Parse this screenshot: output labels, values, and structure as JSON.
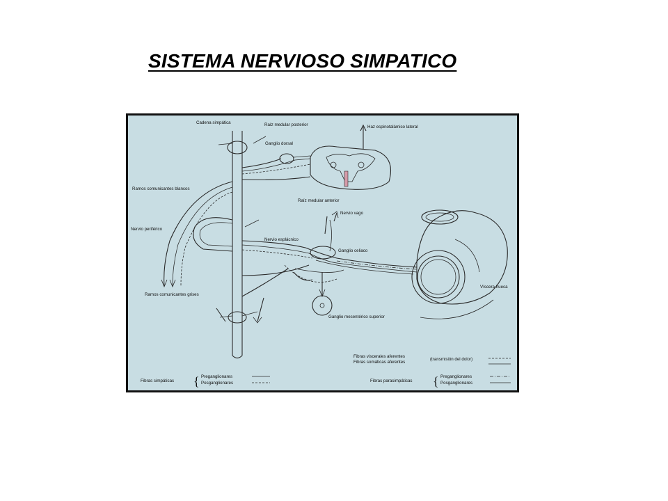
{
  "title": "SISTEMA NERVIOSO SIMPATICO",
  "colors": {
    "diagram_background": "#c8dde3",
    "frame": "#111111",
    "pink_fiber": "#d49aa8"
  },
  "diagram": {
    "labels": {
      "cadena_simpatica": "Cadena simpática",
      "raiz_medular_posterior": "Raíz medular posterior",
      "haz_espinotalamico": "Haz espinotalámico lateral",
      "ganglio_dorsal": "Ganglio dorsal",
      "ramos_comunicantes_blancos": "Ramos comunicantes blancos",
      "raiz_medular_anterior": "Raíz medular anterior",
      "nervio_vago": "Nervio vago",
      "nervio_periferico": "Nervio periférico",
      "nervio_esplacnico": "Nervio esplácnico",
      "ganglio_celiaco": "Ganglio celiaco",
      "viscera_hueca": "Víscera hueca",
      "ramos_comunicantes_grises": "Ramos comunicantes grises",
      "ganglio_mesenterico": "Ganglio mesentérico superior"
    },
    "legend": {
      "fibras_viscerales": "Fibras viscerales aferentes",
      "fibras_somaticas": "Fibras somáticas aferentes",
      "transmision_dolor": "(transmisión del dolor)",
      "fibras_simpaticas": "Fibras simpáticas",
      "fibras_parasimpaticas": "Fibras parasimpáticas",
      "preganglionares": "Preganglionares",
      "posganglionares": "Posganglionares"
    }
  }
}
